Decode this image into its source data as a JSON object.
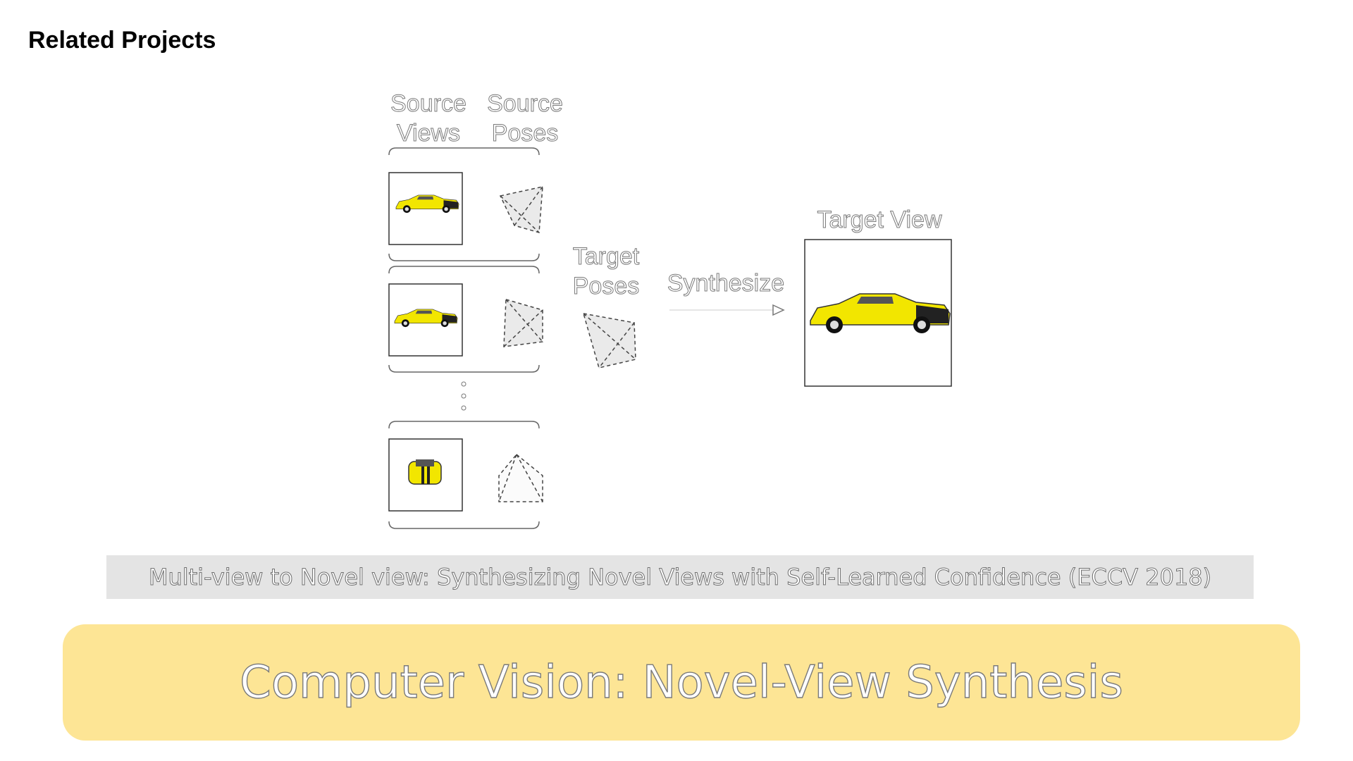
{
  "header": {
    "title": "Related Projects"
  },
  "figure": {
    "source_views_label_line1": "Source",
    "source_views_label_line2": "Views",
    "source_poses_label_line1": "Source",
    "source_poses_label_line2": "Poses",
    "target_poses_label_line1": "Target",
    "target_poses_label_line2": "Poses",
    "synthesize_label": "Synthesize",
    "target_view_label": "Target View"
  },
  "caption": {
    "text": "Multi-view to Novel view: Synthesizing Novel Views with Self-Learned Confidence (ECCV 2018)"
  },
  "banner": {
    "text": "Computer Vision: Novel-View Synthesis"
  },
  "colors": {
    "car_yellow": "#f2e600",
    "banner_bg": "#fde595",
    "caption_bg": "#e4e4e4"
  }
}
